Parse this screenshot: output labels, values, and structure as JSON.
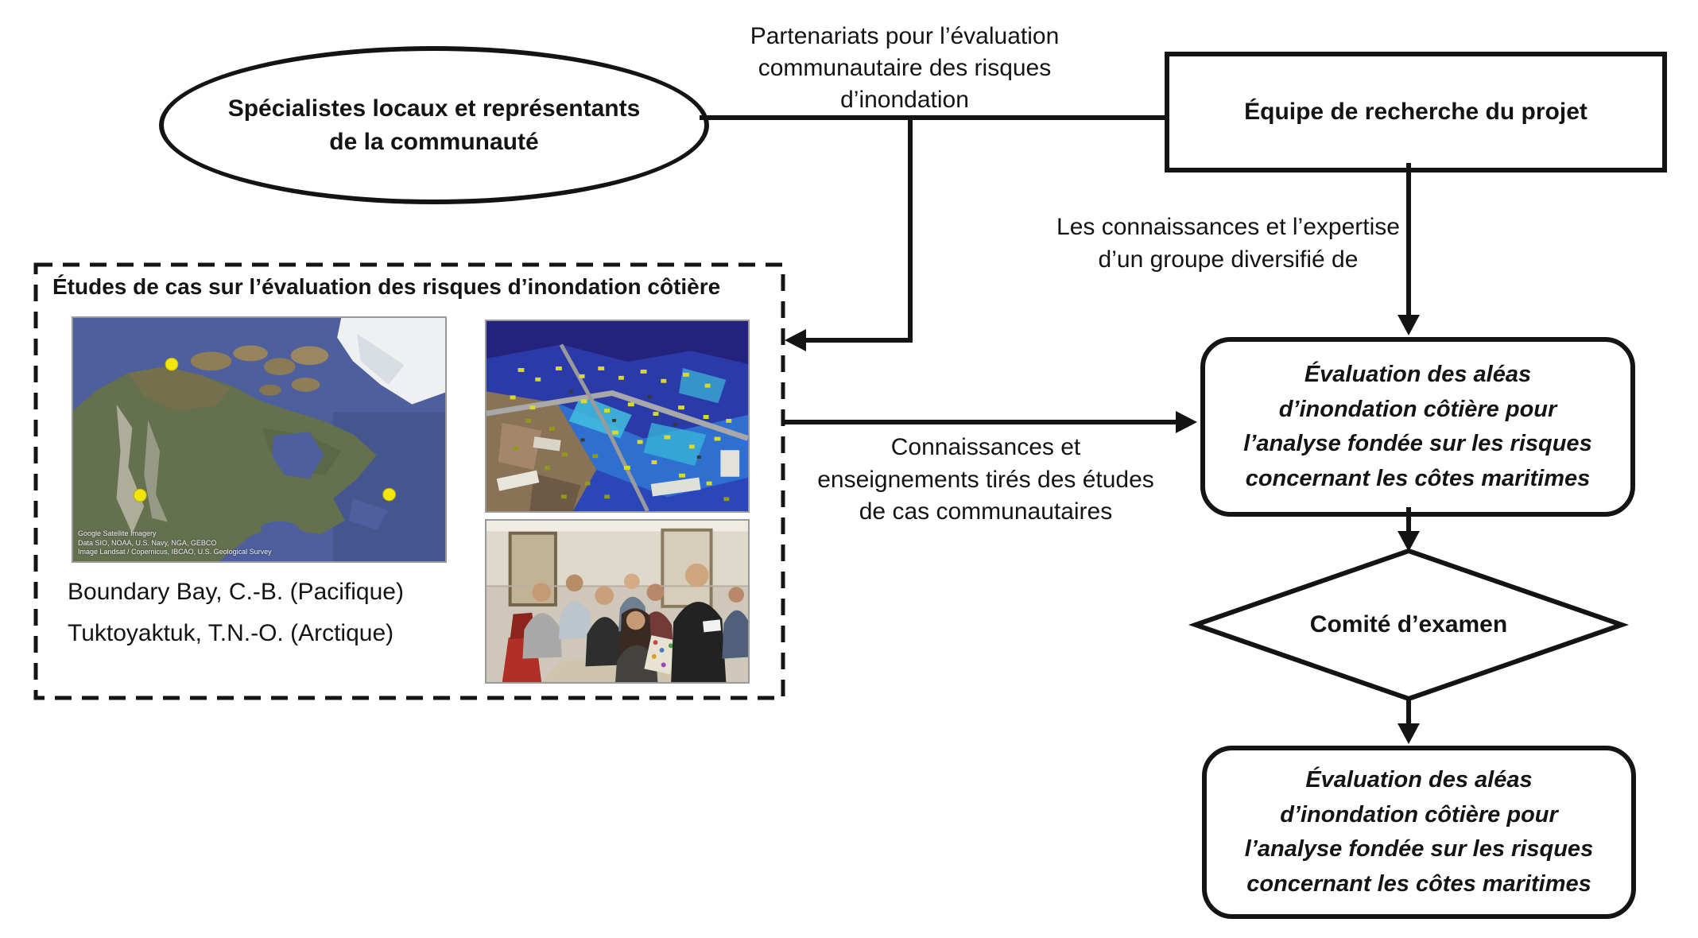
{
  "colors": {
    "stroke": "#141414",
    "background": "#ffffff",
    "map_marker_yellow": "#f3e50e"
  },
  "ellipse": {
    "lines": [
      "Spécialistes locaux et représentants",
      "de la communauté"
    ]
  },
  "partnership_label": {
    "lines": [
      "Partenariats pour l’évaluation",
      "communautaire des risques",
      "d’inondation"
    ]
  },
  "research_team_box": {
    "label": "Équipe de recherche du projet"
  },
  "knowledge_expertise_label": {
    "lines": [
      "Les connaissances et l’expertise",
      "d’un groupe diversifié de"
    ]
  },
  "case_studies_panel": {
    "title": "Études de cas sur l’évaluation des risques d’inondation côtière",
    "locations": [
      "Boundary Bay, C.-B. (Pacifique)",
      "Tuktoyaktuk, T.N.-O. (Arctique)"
    ],
    "map_attribution": [
      "Google Satellite Imagery",
      "Data SIO, NOAA, U.S. Navy, NGA, GEBCO",
      "Image Landsat / Copernicus, IBCAO, U.S. Geological Survey"
    ]
  },
  "case_knowledge_label": {
    "lines": [
      "Connaissances et",
      "enseignements tirés des études",
      "de cas communautaires"
    ]
  },
  "hazard_assessment_box_top": {
    "lines": [
      "Évaluation des aléas",
      "d’inondation côtière pour",
      "l’analyse fondée sur les risques",
      "concernant les côtes maritimes"
    ]
  },
  "review_committee": {
    "label": "Comité d’examen"
  },
  "hazard_assessment_box_bottom": {
    "lines": [
      "Évaluation des aléas",
      "d’inondation côtière pour",
      "l’analyse fondée sur les risques",
      "concernant les côtes maritimes"
    ]
  }
}
